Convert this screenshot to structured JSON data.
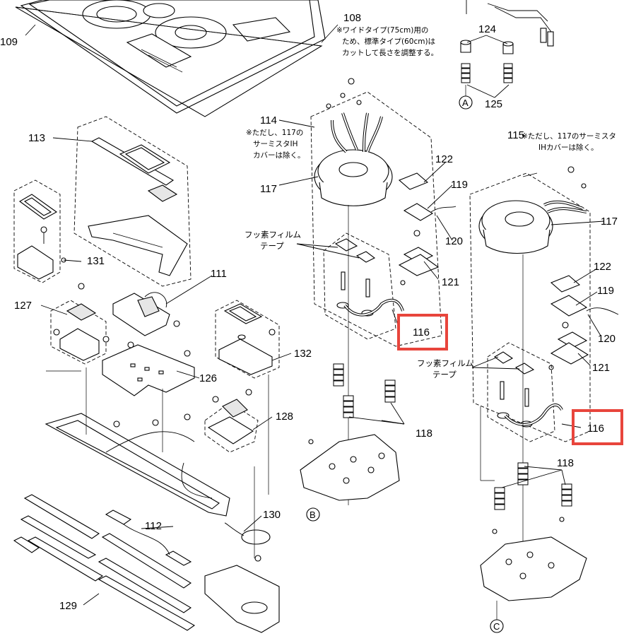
{
  "labels": {
    "p108": "108",
    "p109": "109",
    "p111": "111",
    "p112": "112",
    "p113": "113",
    "p114": "114",
    "p115": "115",
    "p116a": "116",
    "p116b": "116",
    "p117a": "117",
    "p117b": "117",
    "p118a": "118",
    "p118b": "118",
    "p119a": "119",
    "p119b": "119",
    "p120a": "120",
    "p120b": "120",
    "p121a": "121",
    "p121b": "121",
    "p122a": "122",
    "p122b": "122",
    "p124": "124",
    "p125": "125",
    "p126": "126",
    "p127": "127",
    "p128": "128",
    "p129": "129",
    "p130": "130",
    "p131": "131",
    "p132": "132"
  },
  "refs": {
    "a": "A",
    "b": "B",
    "c": "C"
  },
  "notes": {
    "n108_1": "※ワイドタイプ(75cm)用の",
    "n108_2": "ため、標準タイプ(60cm)は",
    "n108_3": "カットして長さを調整する。",
    "n114_1": "※ただし、117の",
    "n114_2": "サーミスタIH",
    "n114_3": "カバーは除く。",
    "n115_1": "※ただし、117のサーミスタ",
    "n115_2": "IHカバーは除く。",
    "film1_1": "フッ素フィルム",
    "film1_2": "テープ",
    "film2_1": "フッ素フィルム",
    "film2_2": "テープ"
  },
  "highlight_color": "#e8453c"
}
